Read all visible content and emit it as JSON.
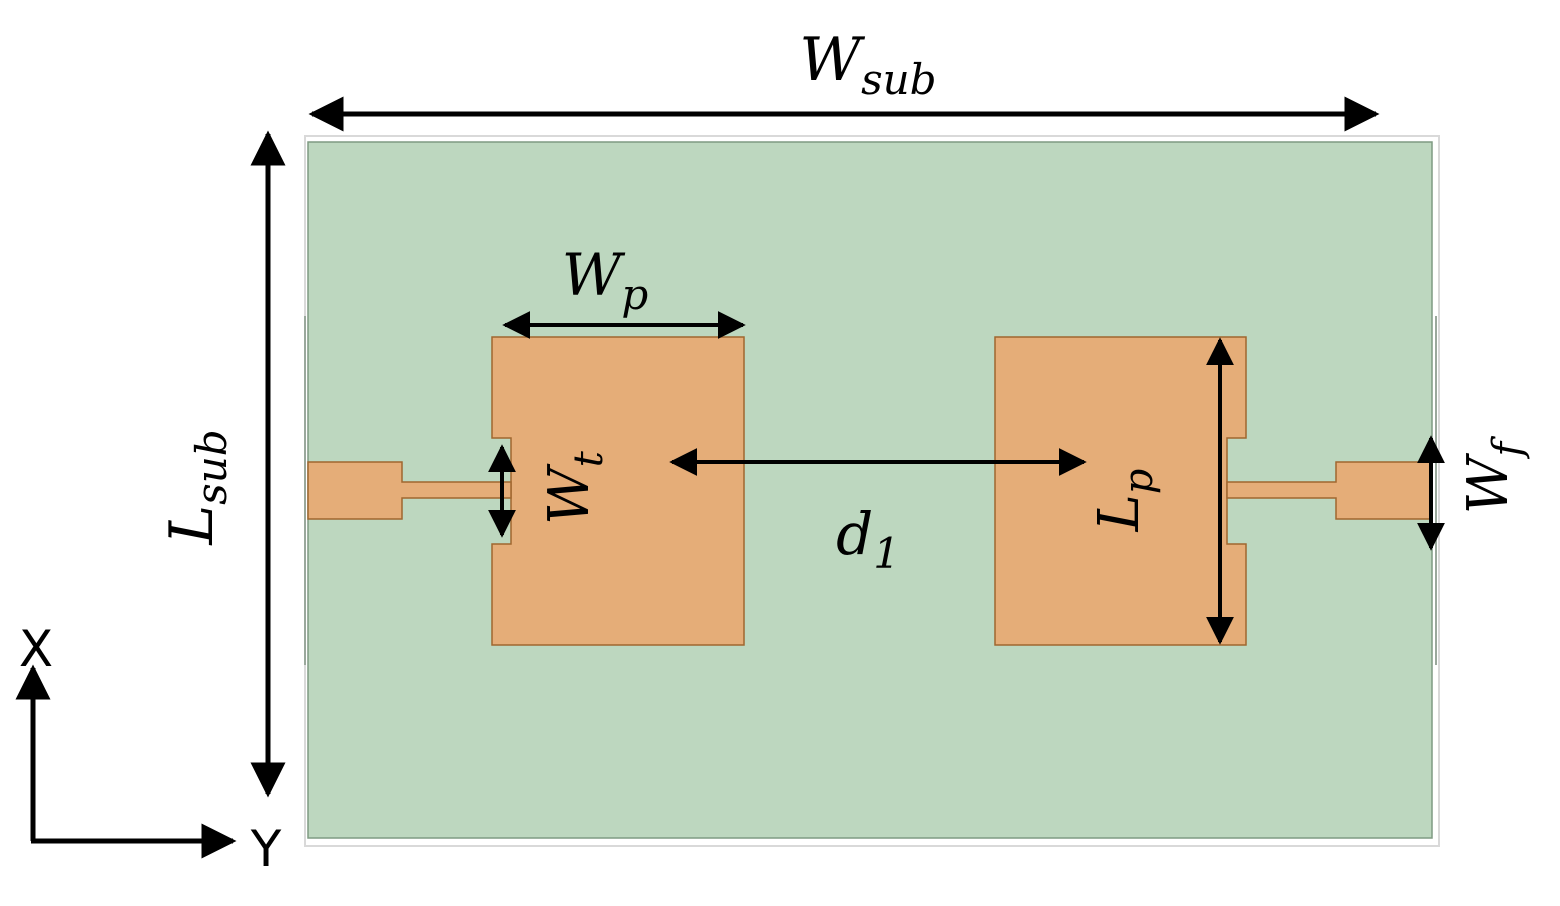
{
  "colors": {
    "substrate": "#bdd7bf",
    "substrate_edge": "#7f9a82",
    "frame": "#d9d9d9",
    "copper": "#e5ad78",
    "copper_edge": "#a0672f",
    "arrow": "#000000"
  },
  "labels": {
    "w_sub": {
      "main": "W",
      "sub": "sub"
    },
    "l_sub": {
      "main": "L",
      "sub": "sub"
    },
    "w_p": {
      "main": "W",
      "sub": "p"
    },
    "w_t": {
      "main": "W",
      "sub": "t"
    },
    "d_1": {
      "main": "d",
      "sub": "1"
    },
    "l_p": {
      "main": "L",
      "sub": "p"
    },
    "w_f": {
      "main": "W",
      "sub": "f"
    }
  },
  "axes": {
    "x": "X",
    "y": "Y"
  }
}
